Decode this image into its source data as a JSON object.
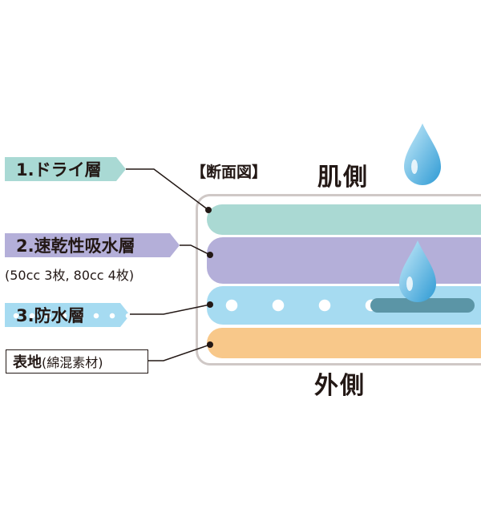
{
  "section_title": "【断面図】",
  "side_skin": "肌側",
  "side_outer": "外側",
  "labels": {
    "layer1": "1.ドライ層",
    "layer2": "2.速乾性吸水層",
    "layer2_sub": "(50cc 3枚, 80cc 4枚)",
    "layer3": "3.防水層",
    "surface_main": "表地",
    "surface_paren": "(綿混素材)"
  },
  "colors": {
    "dry_layer": "#aad9d3",
    "absorb_layer": "#b4afd9",
    "waterproof_layer": "#a6dbf1",
    "surface_layer": "#f8c88a",
    "drop": "#5ab4e0",
    "barrier": "#5b95a6",
    "frame": "#cfc8c6"
  },
  "icons": [
    "water-drop-icon",
    "water-drop-icon"
  ]
}
